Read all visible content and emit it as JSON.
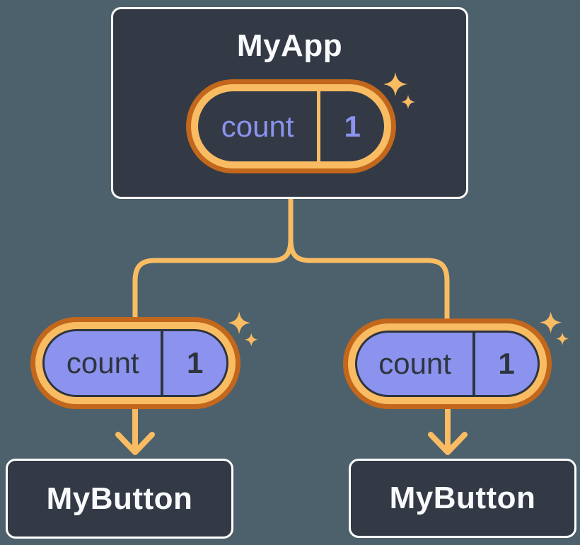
{
  "diagram": {
    "description": "React component tree sharing state: parent MyApp holds count state passed as props to two MyButton children",
    "root_node": {
      "label": "MyApp",
      "state_pill": {
        "key": "count",
        "value": "1"
      }
    },
    "left_branch": {
      "prop_pill": {
        "key": "count",
        "value": "1"
      },
      "node": {
        "label": "MyButton"
      }
    },
    "right_branch": {
      "prop_pill": {
        "key": "count",
        "value": "1"
      },
      "node": {
        "label": "MyButton"
      }
    },
    "icons": {
      "sparkle": "sparkle-icon (4-point star, new/updated state highlight)",
      "arrow": "arrow-down-icon (props flowing to child)"
    },
    "colors": {
      "background": "#4D616C",
      "node_fill": "#333A46",
      "node_border": "#FFFFFF",
      "node_text": "#F8FAFB",
      "purple_fill": "#8B93EE",
      "dark_text": "#2E343E",
      "orange_light": "#F9BC63",
      "orange_dark": "#C2671C"
    }
  }
}
